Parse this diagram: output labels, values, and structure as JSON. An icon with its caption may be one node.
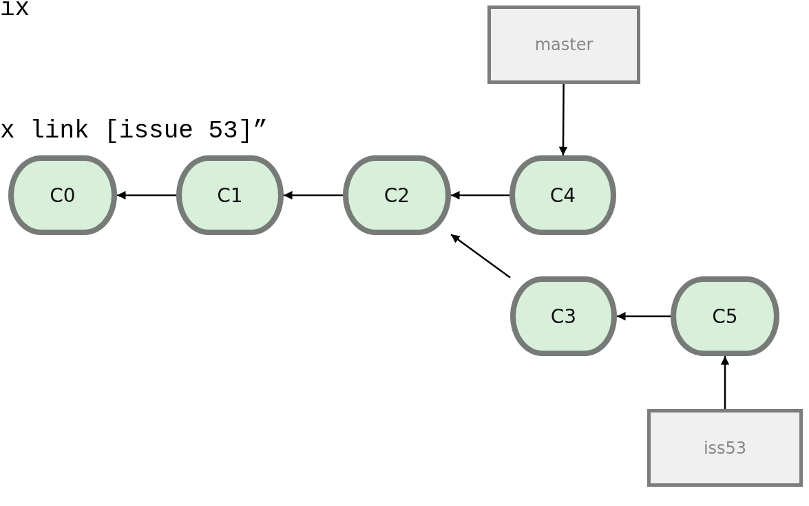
{
  "diagram": {
    "nodes": [
      {
        "text": [
          "master"
        ]
      },
      {
        "text": [
          "C0"
        ]
      },
      {
        "text": [
          "C1"
        ]
      },
      {
        "text": [
          "C2"
        ]
      },
      {
        "text": [
          "C4"
        ]
      },
      {
        "text": [
          "C3"
        ]
      },
      {
        "text": [
          "C5"
        ]
      },
      {
        "text": [
          "iss53"
        ]
      }
    ],
    "edges": [
      {
        "from": 0,
        "to": 4,
        "arrow": "to"
      },
      {
        "from": 4,
        "to": 3,
        "arrow": "to"
      },
      {
        "from": 3,
        "to": 2,
        "arrow": "to"
      },
      {
        "from": 2,
        "to": 1,
        "arrow": "to"
      },
      {
        "from": 5,
        "to": 3,
        "arrow": "to"
      },
      {
        "from": 6,
        "to": 5,
        "arrow": "to"
      },
      {
        "from": 7,
        "to": 6,
        "arrow": "to"
      }
    ],
    "labels": [
      "ix",
      "x link [issue 53]”"
    ]
  }
}
